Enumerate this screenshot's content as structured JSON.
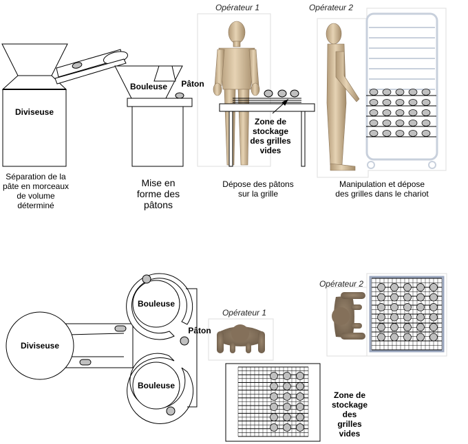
{
  "side_view": {
    "diviseuse": {
      "label": "Diviseuse",
      "caption": [
        "Séparation de la",
        "pâte en morceaux",
        "de volume",
        "déterminé"
      ]
    },
    "bouleuse": {
      "label": "Bouleuse",
      "paton_label": "Pâton",
      "caption": [
        "Mise en",
        "forme  des",
        "pâtons"
      ]
    },
    "operateur1": {
      "label": "Opérateur 1",
      "storage_label": [
        "Zone de",
        "stockage",
        "des grilles",
        "vides"
      ],
      "caption": [
        "Dépose des pâtons",
        "sur la grille"
      ]
    },
    "operateur2": {
      "label": "Opérateur 2",
      "caption": [
        "Manipulation et dépose",
        "des grilles dans le chariot"
      ],
      "filled_trays": 5,
      "patons_per_tray": 5
    }
  },
  "top_view": {
    "diviseuse_label": "Diviseuse",
    "bouleuse_labels": [
      "Bouleuse",
      "Bouleuse"
    ],
    "paton_label": "Pâton",
    "operateur1_label": "Opérateur 1",
    "operateur2_label": "Opérateur 2",
    "storage_label": [
      "Zone de",
      "stockage",
      "des",
      "grilles",
      "vides"
    ],
    "chariot_grid": {
      "rows": 6,
      "cols": 5
    },
    "storage_grid": {
      "rows": 6,
      "cols": 3
    }
  },
  "colors": {
    "skin": "#d9c4a2",
    "skin_dark": "#a8906c",
    "top_body": "#8a7660",
    "paton_fill": "#c0c0c0",
    "rack_frame": "#c8d0dc"
  }
}
